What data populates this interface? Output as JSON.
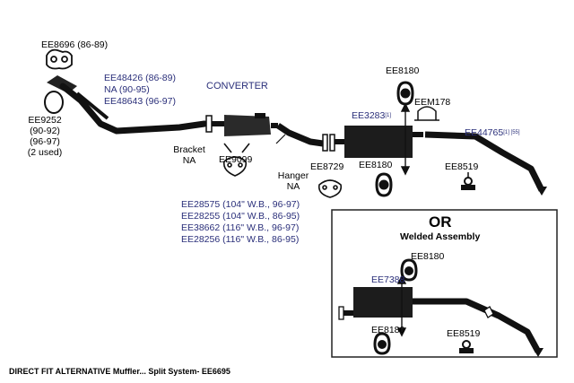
{
  "colors": {
    "pipe": "#111111",
    "part_label": "#2a2f7a",
    "text": "#000000",
    "frame": "#222222"
  },
  "parts": {
    "ee8696": "EE8696 (86-89)",
    "ee9252": [
      "EE9252",
      "(90-92)",
      "(96-97)",
      "(2 used)"
    ],
    "ee48426": "EE48426 (86-89)",
    "na_90_95": "NA (90-95)",
    "ee48643": "EE48643 (96-97)",
    "converter": "CONVERTER",
    "bracket": [
      "Bracket",
      "NA"
    ],
    "ee9099": "EE9099",
    "hanger": [
      "Hanger",
      "NA"
    ],
    "ee8729": "EE8729",
    "ee3283": "EE3283",
    "ee3283_note": "[1]",
    "ee8180_top": "EE8180",
    "eem178": "EEM178",
    "ee8180_bottom": "EE8180",
    "ee44765": "EE44765",
    "ee44765_note": "[1] [55]",
    "ee8519": "EE8519",
    "ee28575": "EE28575 (104\" W.B., 96-97)",
    "ee28255": "EE28255 (104\" W.B., 86-95)",
    "ee38662": "EE38662 (116\" W.B., 96-97)",
    "ee28256": "EE28256 (116\" W.B., 86-95)"
  },
  "alternative": {
    "or": "OR",
    "subtitle": "Welded Assembly",
    "ee8180_top": "EE8180",
    "ee7388": "EE7388",
    "ee8180_bottom": "EE8180",
    "ee8519": "EE8519"
  },
  "caption": "DIRECT FIT ALTERNATIVE Muffler... Split System- EE6695"
}
